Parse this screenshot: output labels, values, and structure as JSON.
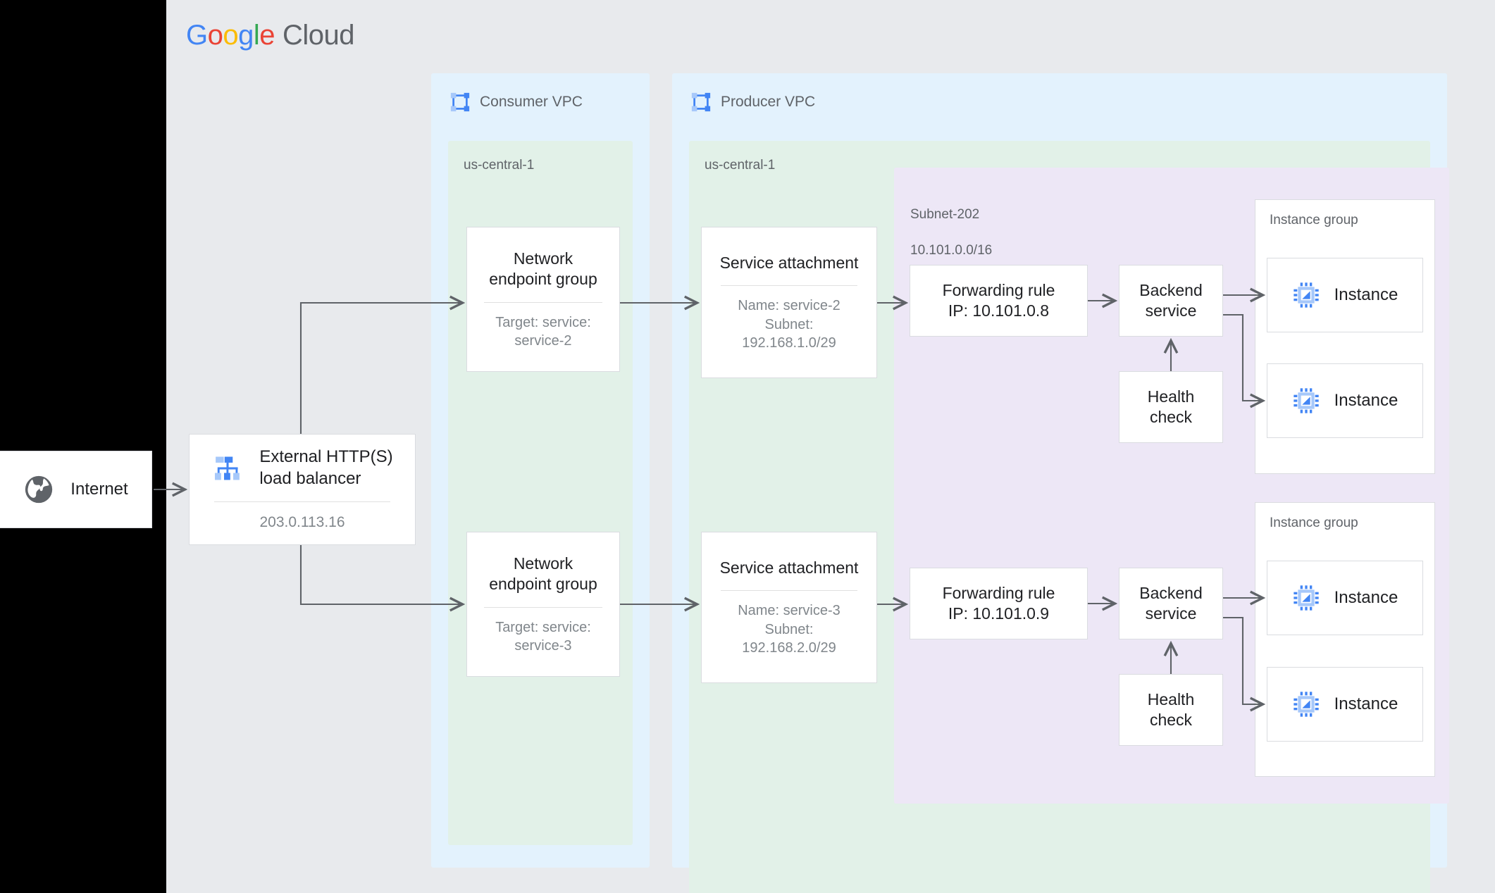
{
  "brand": {
    "logo_google": "Google",
    "logo_cloud": "Cloud",
    "colors": {
      "g_blue": "#4285F4",
      "g_red": "#EA4335",
      "g_yellow": "#FBBC05",
      "g_green": "#34A853",
      "cloud_gray": "#5f6368",
      "panel_bg": "#e8eaed",
      "vpc_bg": "#e3f2fd",
      "region_bg": "#e2f1e8",
      "subnet_bg": "#ede7f6",
      "card_bg": "#ffffff",
      "border": "#dadce0",
      "connector": "#5f6368",
      "icon_blue": "#4285F4",
      "icon_blue_light": "#A6C8FA",
      "globe_gray": "#5f6368"
    }
  },
  "internet": {
    "label": "Internet",
    "icon": "globe-icon"
  },
  "load_balancer": {
    "title": "External HTTP(S)\nload balancer",
    "title_line1": "External HTTP(S)",
    "title_line2": "load balancer",
    "ip": "203.0.113.16",
    "icon": "load-balancer-icon"
  },
  "consumer_vpc": {
    "title": "Consumer VPC",
    "icon": "vpc-icon",
    "region": "us-central-1",
    "negs": [
      {
        "title_line1": "Network",
        "title_line2": "endpoint group",
        "sub_line1": "Target: service:",
        "sub_line2": "service-2"
      },
      {
        "title_line1": "Network",
        "title_line2": "endpoint group",
        "sub_line1": "Target: service:",
        "sub_line2": "service-3"
      }
    ]
  },
  "producer_vpc": {
    "title": "Producer VPC",
    "icon": "vpc-icon",
    "region": "us-central-1",
    "service_attachments": [
      {
        "title": "Service attachment",
        "sub_line1": "Name: service-2",
        "sub_line2": "Subnet:",
        "sub_line3": "192.168.1.0/29"
      },
      {
        "title": "Service attachment",
        "sub_line1": "Name: service-3",
        "sub_line2": "Subnet:",
        "sub_line3": "192.168.2.0/29"
      }
    ],
    "subnet": {
      "name": "Subnet-202",
      "cidr": "10.101.0.0/16"
    },
    "stacks": [
      {
        "forwarding_rule_line1": "Forwarding rule",
        "forwarding_rule_line2": "IP: 10.101.0.8",
        "backend_line1": "Backend",
        "backend_line2": "service",
        "health_line1": "Health",
        "health_line2": "check",
        "instance_group_label": "Instance group",
        "instances": [
          {
            "label": "Instance",
            "icon": "instance-chip-icon"
          },
          {
            "label": "Instance",
            "icon": "instance-chip-icon"
          }
        ]
      },
      {
        "forwarding_rule_line1": "Forwarding rule",
        "forwarding_rule_line2": "IP: 10.101.0.9",
        "backend_line1": "Backend",
        "backend_line2": "service",
        "health_line1": "Health",
        "health_line2": "check",
        "instance_group_label": "Instance group",
        "instances": [
          {
            "label": "Instance",
            "icon": "instance-chip-icon"
          },
          {
            "label": "Instance",
            "icon": "instance-chip-icon"
          }
        ]
      }
    ]
  }
}
